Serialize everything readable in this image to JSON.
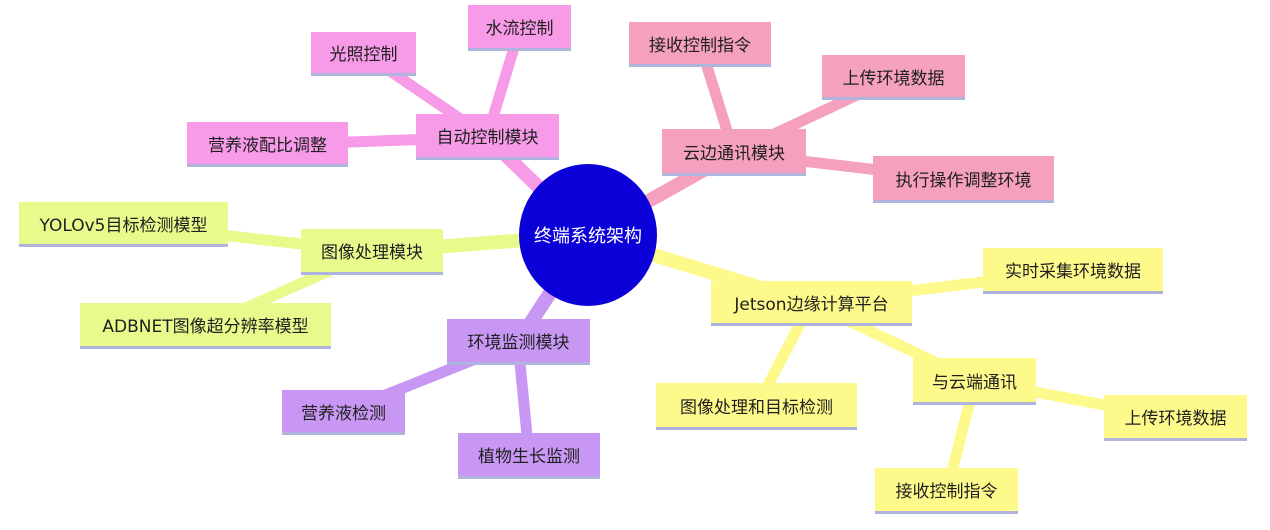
{
  "root": {
    "label": "终端系统架构",
    "color": "#0c00d9"
  },
  "branch_colors": {
    "auto_control": "#f79be8",
    "cloud_edge": "#f5a0bf",
    "image_processing": "#e6fb8c",
    "env_monitor": "#c897f3",
    "jetson": "#fdf98a"
  },
  "branches": {
    "auto_control": {
      "label": "自动控制模块",
      "children": [
        "水流控制",
        "光照控制",
        "营养液配比调整"
      ]
    },
    "cloud_edge": {
      "label": "云边通讯模块",
      "children": [
        "接收控制指令",
        "上传环境数据",
        "执行操作调整环境"
      ]
    },
    "image_processing": {
      "label": "图像处理模块",
      "children": [
        "YOLOv5目标检测模型",
        "ADBNET图像超分辨率模型"
      ]
    },
    "env_monitor": {
      "label": "环境监测模块",
      "children": [
        "营养液检测",
        "植物生长监测"
      ]
    },
    "jetson": {
      "label": "Jetson边缘计算平台",
      "children": [
        "实时采集环境数据",
        "图像处理和目标检测"
      ],
      "sub": {
        "label": "与云端通讯",
        "children": [
          "上传环境数据",
          "接收控制指令"
        ]
      }
    }
  }
}
